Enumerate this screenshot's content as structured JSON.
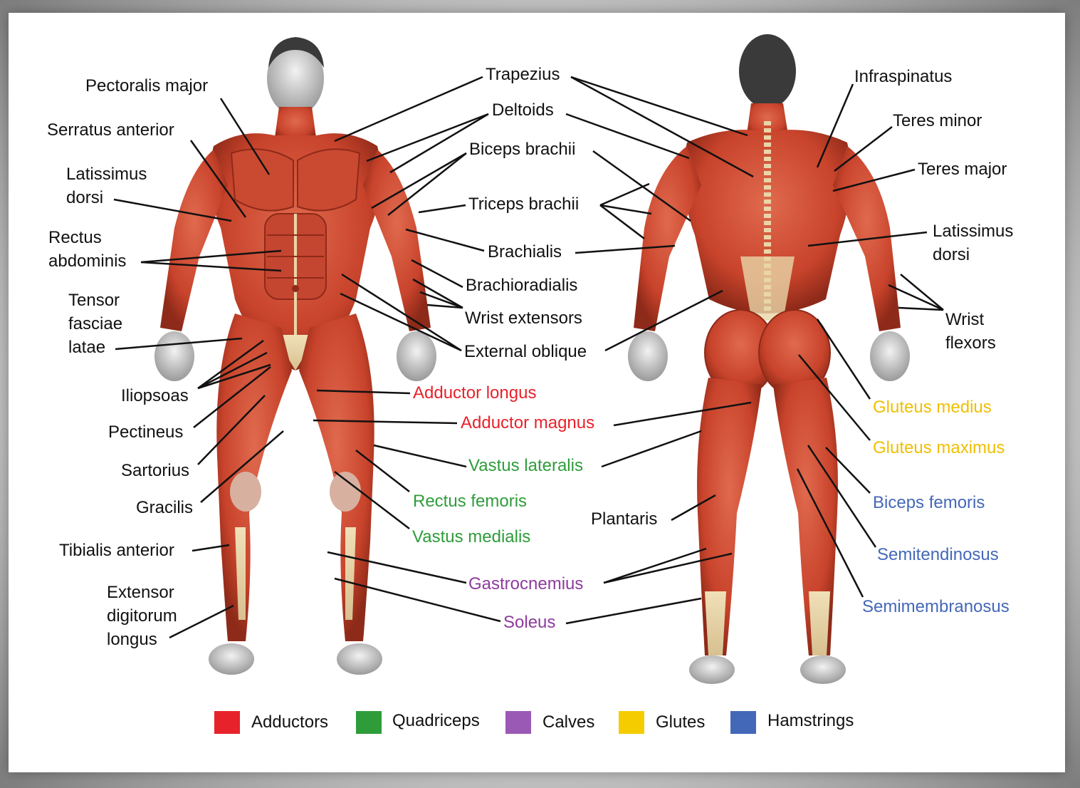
{
  "front_labels": {
    "pectoralis_major": "Pectoralis major",
    "serratus_anterior": "Serratus anterior",
    "latissimus_dorsi_1": "Latissimus",
    "latissimus_dorsi_2": "dorsi",
    "rectus_abdominis_1": "Rectus",
    "rectus_abdominis_2": "abdominis",
    "tensor_1": "Tensor",
    "tensor_2": "fasciae",
    "tensor_3": "latae",
    "iliopsoas": "Iliopsoas",
    "pectineus": "Pectineus",
    "sartorius": "Sartorius",
    "gracilis": "Gracilis",
    "tibialis_anterior": "Tibialis anterior",
    "extensor_1": "Extensor",
    "extensor_2": "digitorum",
    "extensor_3": "longus"
  },
  "center_labels": {
    "trapezius": "Trapezius",
    "deltoids": "Deltoids",
    "biceps_brachii": "Biceps brachii",
    "triceps_brachii": "Triceps brachii",
    "brachialis": "Brachialis",
    "brachioradialis": "Brachioradialis",
    "wrist_extensors": "Wrist extensors",
    "external_oblique": "External oblique",
    "adductor_longus": "Adductor longus",
    "adductor_magnus": "Adductor magnus",
    "vastus_lateralis": "Vastus lateralis",
    "rectus_femoris": "Rectus femoris",
    "vastus_medialis": "Vastus medialis",
    "plantaris": "Plantaris",
    "gastrocnemius": "Gastrocnemius",
    "soleus": "Soleus"
  },
  "back_labels": {
    "infraspinatus": "Infraspinatus",
    "teres_minor": "Teres minor",
    "teres_major": "Teres major",
    "latissimus_1": "Latissimus",
    "latissimus_2": "dorsi",
    "wrist_flexors_1": "Wrist",
    "wrist_flexors_2": "flexors",
    "gluteus_medius": "Gluteus medius",
    "gluteus_maximus": "Gluteus maximus",
    "biceps_femoris": "Biceps femoris",
    "semitendinosus": "Semitendinosus",
    "semimembranosus": "Semimembranosus"
  },
  "legend": [
    {
      "label": "Adductors",
      "color": "#e8222b"
    },
    {
      "label": "Quadriceps",
      "color": "#2f9c3a"
    },
    {
      "label": "Calves",
      "color": "#9b59b6"
    },
    {
      "label": "Glutes",
      "color": "#f5cc00"
    },
    {
      "label": "Hamstrings",
      "color": "#4468b8"
    }
  ],
  "colors": {
    "muscle": "#c8432b",
    "muscle_dark": "#8e2a19",
    "tendon": "#e8d6a8",
    "skin": "#d9d9d9"
  }
}
